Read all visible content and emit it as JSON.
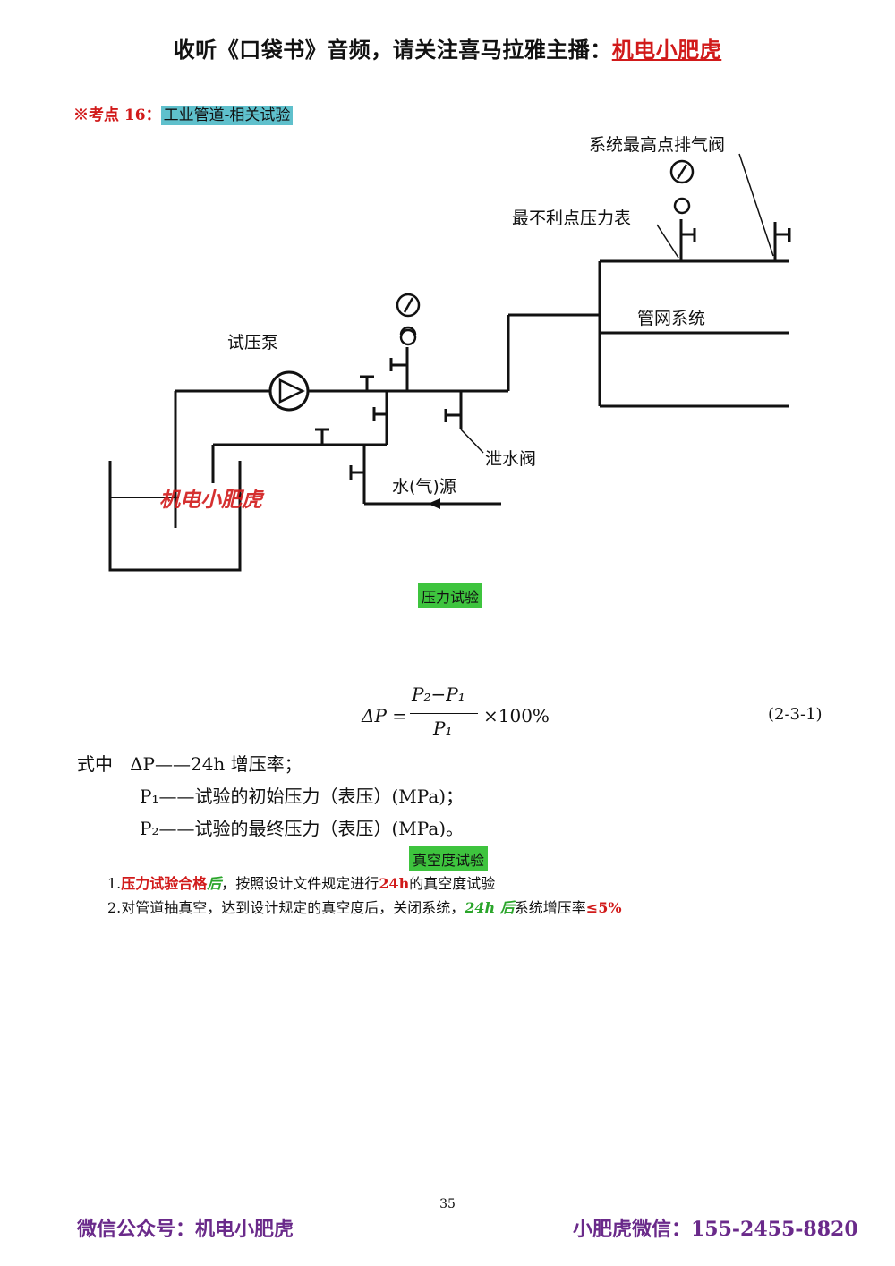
{
  "header": {
    "prefix": "收听《口袋书》音频，请关注喜马拉雅主播：",
    "brand": "机电小肥虎"
  },
  "point": {
    "mark": "※考点 16：",
    "topic": "工业管道-相关试验"
  },
  "diagram": {
    "labels": {
      "vent_valve": "系统最高点排气阀",
      "pressure_gauge": "最不利点压力表",
      "network": "管网系统",
      "pump": "试压泵",
      "drain_valve": "泄水阀",
      "source": "水(气)源",
      "watermark": "机电小肥虎"
    },
    "caption": "压力试验"
  },
  "formula": {
    "lhs": "ΔP",
    "numerator": "P₂−P₁",
    "denominator": "P₁",
    "multiplier": "×100%",
    "number": "(2-3-1)"
  },
  "definitions": {
    "intro": "式中",
    "items": [
      "ΔP——24h 增压率；",
      "P₁——试验的初始压力（表压）(MPa)；",
      "P₂——试验的最终压力（表压）(MPa)。"
    ]
  },
  "vacuum": {
    "title": "真空度试验",
    "item1": {
      "num": "1.",
      "red": "压力试验合格",
      "green": "后",
      "text1": "，按照设计文件规定进行",
      "red2": "24h",
      "text2": "的真空度试验"
    },
    "item2": {
      "num": "2.",
      "text1": "对管道抽真空，达到设计规定的真空度后，关闭系统，",
      "green": "24h 后",
      "text2": "系统增压率",
      "red": "≤5%"
    }
  },
  "page_number": "35",
  "footer": {
    "left": "微信公众号：机电小肥虎",
    "right": "小肥虎微信：155-2455-8820"
  },
  "colors": {
    "brand_red": "#d11a1a",
    "topic_bg": "#5fc0cc",
    "caption_bg": "#3ec43e",
    "footer_purple": "#6a2a8a"
  }
}
